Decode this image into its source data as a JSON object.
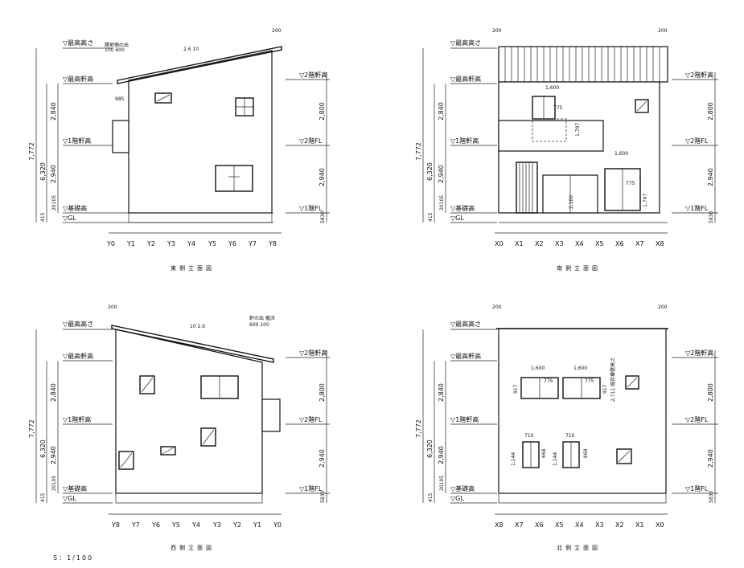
{
  "scale": "S：1/100",
  "shared": {
    "levels": {
      "max_height": "▽最高高さ",
      "eave_top": "▽最高軒高",
      "eave_1f": "▽1階軒高",
      "foundation": "▽基礎高",
      "gl": "▽GL",
      "eave_2f": "▽2階軒高",
      "fl_2f": "▽2階FL",
      "fl_1f": "▽1階FL"
    },
    "dims": {
      "total": "7,772",
      "sub": "6,320",
      "upper": "2,840",
      "lower": "2,940",
      "found": "20105",
      "base": "415",
      "right_upper": "2,800",
      "right_lower": "2,940",
      "right_base": "5830",
      "overhang": "200"
    }
  },
  "east": {
    "caption": "東側立面図",
    "axes": [
      "Y0",
      "Y1",
      "Y2",
      "Y3",
      "Y4",
      "Y5",
      "Y6",
      "Y7",
      "Y8"
    ],
    "note_top": "隣地側の出",
    "note_dim": "100 600",
    "slope": "2.6 10",
    "window_dim": "985"
  },
  "south": {
    "caption": "南側立面図",
    "axes": [
      "X0",
      "X1",
      "X2",
      "X3",
      "X4",
      "X5",
      "X6",
      "X7",
      "X8"
    ],
    "win1_w": "1,600",
    "win1_h": "775",
    "win1_total": "1,797",
    "win2_w": "1,600",
    "win2_h": "775",
    "win2_total": "1,797",
    "door_h": "2,100"
  },
  "west": {
    "caption": "西側立面図",
    "axes": [
      "Y8",
      "Y7",
      "Y6",
      "Y5",
      "Y4",
      "Y3",
      "Y2",
      "Y1",
      "Y0"
    ],
    "note_top": "軒の出 幅決",
    "note_dim": "600 100",
    "slope": "10 2.6"
  },
  "north": {
    "caption": "北側立面図",
    "axes": [
      "X8",
      "X7",
      "X6",
      "X5",
      "X4",
      "X3",
      "X2",
      "X1",
      "X0"
    ],
    "win_w1": "1,600",
    "win_w2": "1,600",
    "win_h": "775",
    "win_side": "917",
    "vert_note": "2,711 既存擁壁高さ",
    "small_w1": "710",
    "small_w2": "710",
    "small_h": "1,144",
    "small_inner": "668"
  }
}
